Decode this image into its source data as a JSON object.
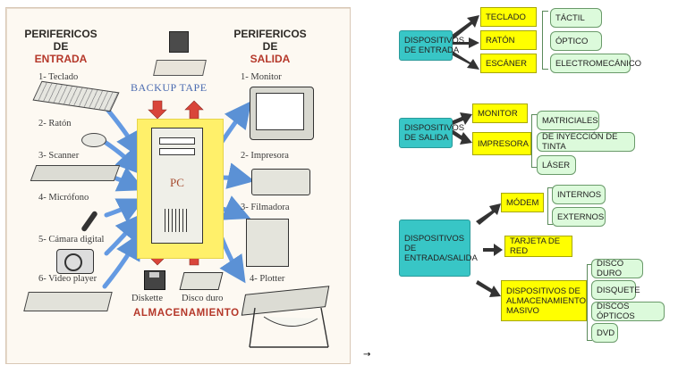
{
  "left": {
    "input_header": [
      "PERIFERICOS",
      "DE",
      "ENTRADA"
    ],
    "output_header": [
      "PERIFERICOS",
      "DE",
      "SALIDA"
    ],
    "backup": "BACKUP TAPE",
    "pc": "PC",
    "input_devices": [
      "1- Teclado",
      "2- Ratón",
      "3- Scanner",
      "4- Micrófono",
      "5- Cámara digital",
      "6- Video player"
    ],
    "output_devices": [
      "1- Monitor",
      "2- Impresora",
      "3- Filmadora",
      "4- Plotter"
    ],
    "storage_items": [
      "Diskette",
      "Disco duro"
    ],
    "storage_title": "ALMACENAMIENTO"
  },
  "right": {
    "input_group": {
      "title": "DISPOSITIVOS DE ENTRADA",
      "items": [
        "TECLADO",
        "RATÓN",
        "ESCÁNER"
      ],
      "types": [
        "TÁCTIL",
        "ÓPTICO",
        "ELECTROMECÁNICO"
      ]
    },
    "output_group": {
      "title": "DISPOSITIVOS DE SALIDA",
      "items": [
        "MONITOR",
        "IMPRESORA"
      ],
      "types": [
        "MATRICIALES",
        "DE INYECCIÓN DE TINTA",
        "LÁSER"
      ]
    },
    "io_group": {
      "title": "DISPOSITIVOS DE ENTRADA/SALIDA",
      "modem": "MÓDEM",
      "modem_types": [
        "INTERNOS",
        "EXTERNOS"
      ],
      "network": "TARJETA DE RED",
      "storage": "DISPOSITIVOS DE ALMACENAMIENTO MASIVO",
      "storage_types": [
        "DISCO DURO",
        "DISQUETE",
        "DISCOS ÓPTICOS",
        "DVD"
      ]
    }
  },
  "colors": {
    "teal": "#38c6c6",
    "yellow": "#ffff00",
    "green": "#dcfadb",
    "arrow": "#333333",
    "illustration_yellow": "#fff06a",
    "red_text": "#b5382a",
    "blue_arrow": "#3f7fd0"
  }
}
